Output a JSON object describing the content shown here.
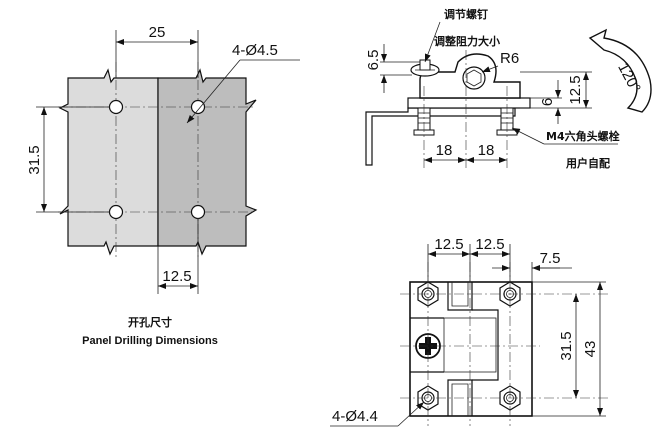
{
  "panel": {
    "dim_top": "25",
    "dim_holes": "4-Ø4.5",
    "dim_left": "31.5",
    "dim_bottom": "12.5",
    "caption_cn": "开孔尺寸",
    "caption_en": "Panel Drilling Dimensions",
    "left_fill": "#dcdcdc",
    "right_fill": "#bdbdbd"
  },
  "side": {
    "label_screw": "调节螺钉",
    "label_resistance": "调整阻力大小",
    "dim_65": "6.5",
    "dim_r6": "R6",
    "dim_125": "12.5",
    "dim_6": "6",
    "dim_18a": "18",
    "dim_18b": "18",
    "label_bolt": "M4六角头螺栓",
    "label_user": "用户自配",
    "angle": "120°"
  },
  "bottom": {
    "dim_125a": "12.5",
    "dim_125b": "12.5",
    "dim_75": "7.5",
    "dim_315": "31.5",
    "dim_43": "43",
    "dim_holes": "4-Ø4.4"
  }
}
